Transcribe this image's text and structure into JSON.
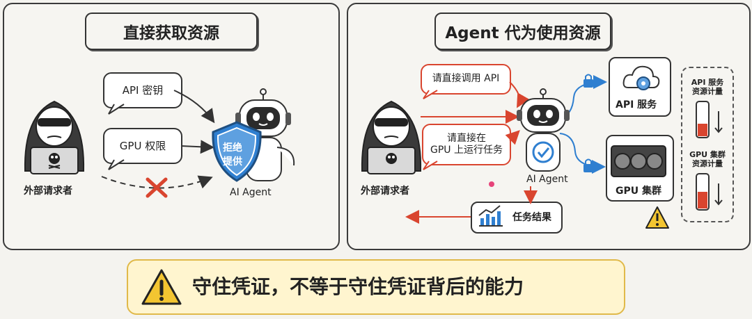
{
  "left_panel": {
    "title": "直接获取资源",
    "bubble_api": "API 密钥",
    "bubble_gpu": "GPU 权限",
    "requester_label": "外部请求者",
    "shield_text_line1": "拒绝",
    "shield_text_line2": "提供",
    "agent_label": "AI Agent"
  },
  "right_panel": {
    "title": "Agent 代为使用资源",
    "bubble_api_call": "请直接调用 API",
    "bubble_gpu_line1": "请直接在",
    "bubble_gpu_line2": "GPU 上运行任务",
    "requester_label": "外部请求者",
    "agent_label": "AI Agent",
    "api_service_label": "API 服务",
    "gpu_cluster_label": "GPU 集群",
    "result_label": "任务结果",
    "meter_api_line1": "API 服务",
    "meter_api_line2": "资源计量",
    "meter_gpu_line1": "GPU 集群",
    "meter_gpu_line2": "资源计量"
  },
  "footer": {
    "text": "守住凭证，不等于守住凭证背后的能力"
  },
  "colors": {
    "accent_red": "#d9452f",
    "accent_blue": "#2f7fd0",
    "warning_yellow": "#f3c531"
  },
  "icons": [
    "hacker-icon",
    "robot-icon",
    "shield-icon",
    "cross-icon",
    "cloud-gear-icon",
    "gpu-card-icon",
    "lock-icon",
    "warning-icon",
    "chart-icon",
    "check-icon"
  ]
}
